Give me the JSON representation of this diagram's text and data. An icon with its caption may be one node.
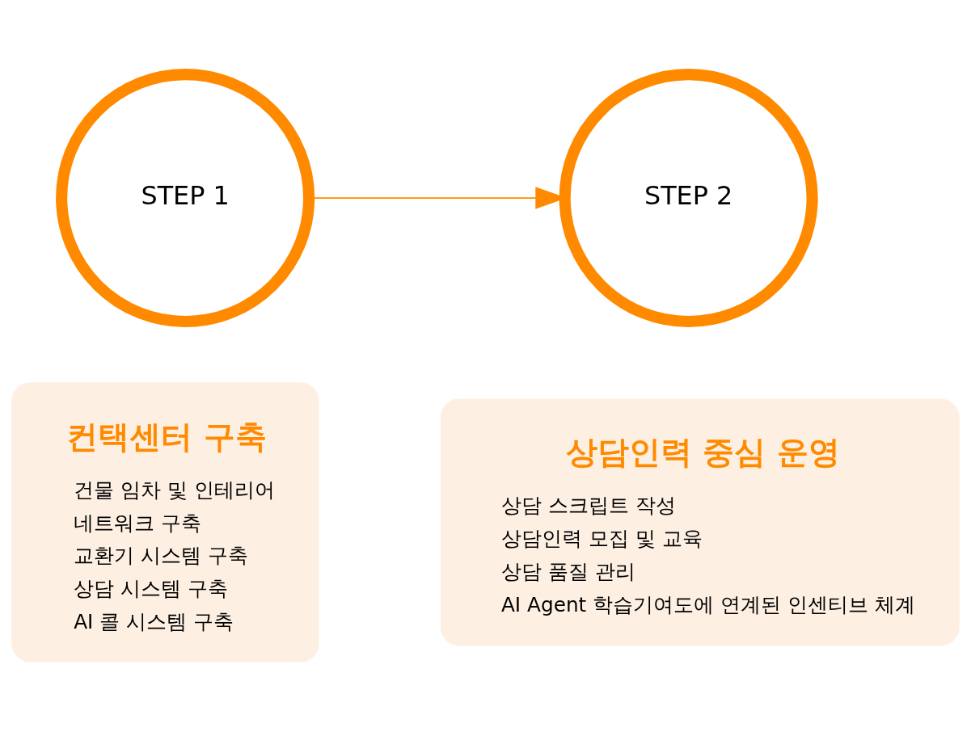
{
  "diagram": {
    "nodes": [
      {
        "text": [
          "STEP 1"
        ]
      },
      {
        "text": [
          "STEP 2"
        ]
      },
      {
        "text": [
          "컨택센터 구축",
          "건물 임차 및 인테리어",
          "네트워크 구축",
          "교환기 시스템 구축",
          "상담 시스템 구축",
          "AI 콜 시스템 구축"
        ]
      },
      {
        "text": [
          "상담인력 중심 운영",
          "상담 스크립트 작성",
          "상담인력 모집 및 교육",
          "상담 품질 관리",
          "AI Agent 학습기여도에 연계된 인센티브 체계"
        ]
      }
    ],
    "edges": [
      {
        "from": 0,
        "to": 1,
        "arrow": "to"
      }
    ]
  }
}
